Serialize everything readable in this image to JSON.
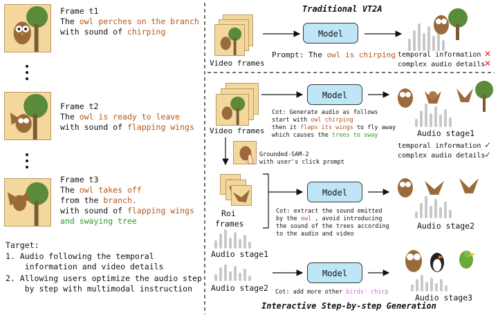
{
  "left": {
    "frame1": {
      "title": "Frame t1",
      "l1a": "The ",
      "l1b": "owl perches on the branch",
      "l2a": "with sound of ",
      "l2b": "chirping"
    },
    "frame2": {
      "title": "Frame t2",
      "l1a": "The ",
      "l1b": "owl is ready to leave",
      "l2a": "with sound of ",
      "l2b": "flapping wings"
    },
    "frame3": {
      "title": "Frame t3",
      "l1a": "The ",
      "l1b": "owl takes off",
      "l2a": "from the ",
      "l2b": "branch.",
      "l3a": "with sound of ",
      "l3b": "flapping wings",
      "l4": "and swaying tree"
    },
    "target": {
      "title": "Target:",
      "i1a": "1.  Audio following the temporal",
      "i1b": "    information and video details",
      "i2a": "2.  Allowing users optimize the audio step",
      "i2b": "    by step with multimodal instruction"
    }
  },
  "traditional": {
    "title": "Traditional VT2A",
    "video_label": "Video frames",
    "model": "Model",
    "prompt_a": "Prompt: The ",
    "prompt_b": "owl is chirping",
    "temporal": "temporal information",
    "complex": "complex audio details",
    "mark": "✕"
  },
  "interactive": {
    "title": "Interactive Step-by-step Generation",
    "video_label": "Video frames",
    "model": "Model",
    "cot1_l1": "Cot: Generate audio as follows",
    "cot1_l2a": "start with ",
    "cot1_l2b": "owl chirping",
    "cot1_l3a": "then it ",
    "cot1_l3b": "flaps its wings",
    "cot1_l3c": " to fly away",
    "cot1_l4a": "which  causes the ",
    "cot1_l4b": "trees to sway",
    "stage1_label": "Audio stage1",
    "temporal": "temporal information",
    "complex": "complex audio details",
    "check": "✓",
    "grounded_l1": "Grounded-SAM-2",
    "grounded_l2": "with user's click prompt",
    "roi_label1": "Roi",
    "roi_label2": "frames",
    "cot2_l1": "Cot: extract the sound emitted",
    "cot2_l2a": "by the ",
    "cot2_l2b": "owl",
    "cot2_l2c": " , avoid introducing",
    "cot2_l3": "the sound of the trees according",
    "cot2_l4": "to the audio and video",
    "stage2_label": "Audio stage2",
    "audio_stage1_in": "Audio stage1",
    "audio_stage2_in": "Audio stage2",
    "cot3_a": "Cot: add more other ",
    "cot3_b": "birds' chirp",
    "stage3_label": "Audio stage3"
  },
  "colors": {
    "model_fill": "#bfe6f6",
    "highlight": "#b5541b",
    "green": "#2a9a2a",
    "pink": "#c86fd0",
    "cross": "#e02020"
  }
}
